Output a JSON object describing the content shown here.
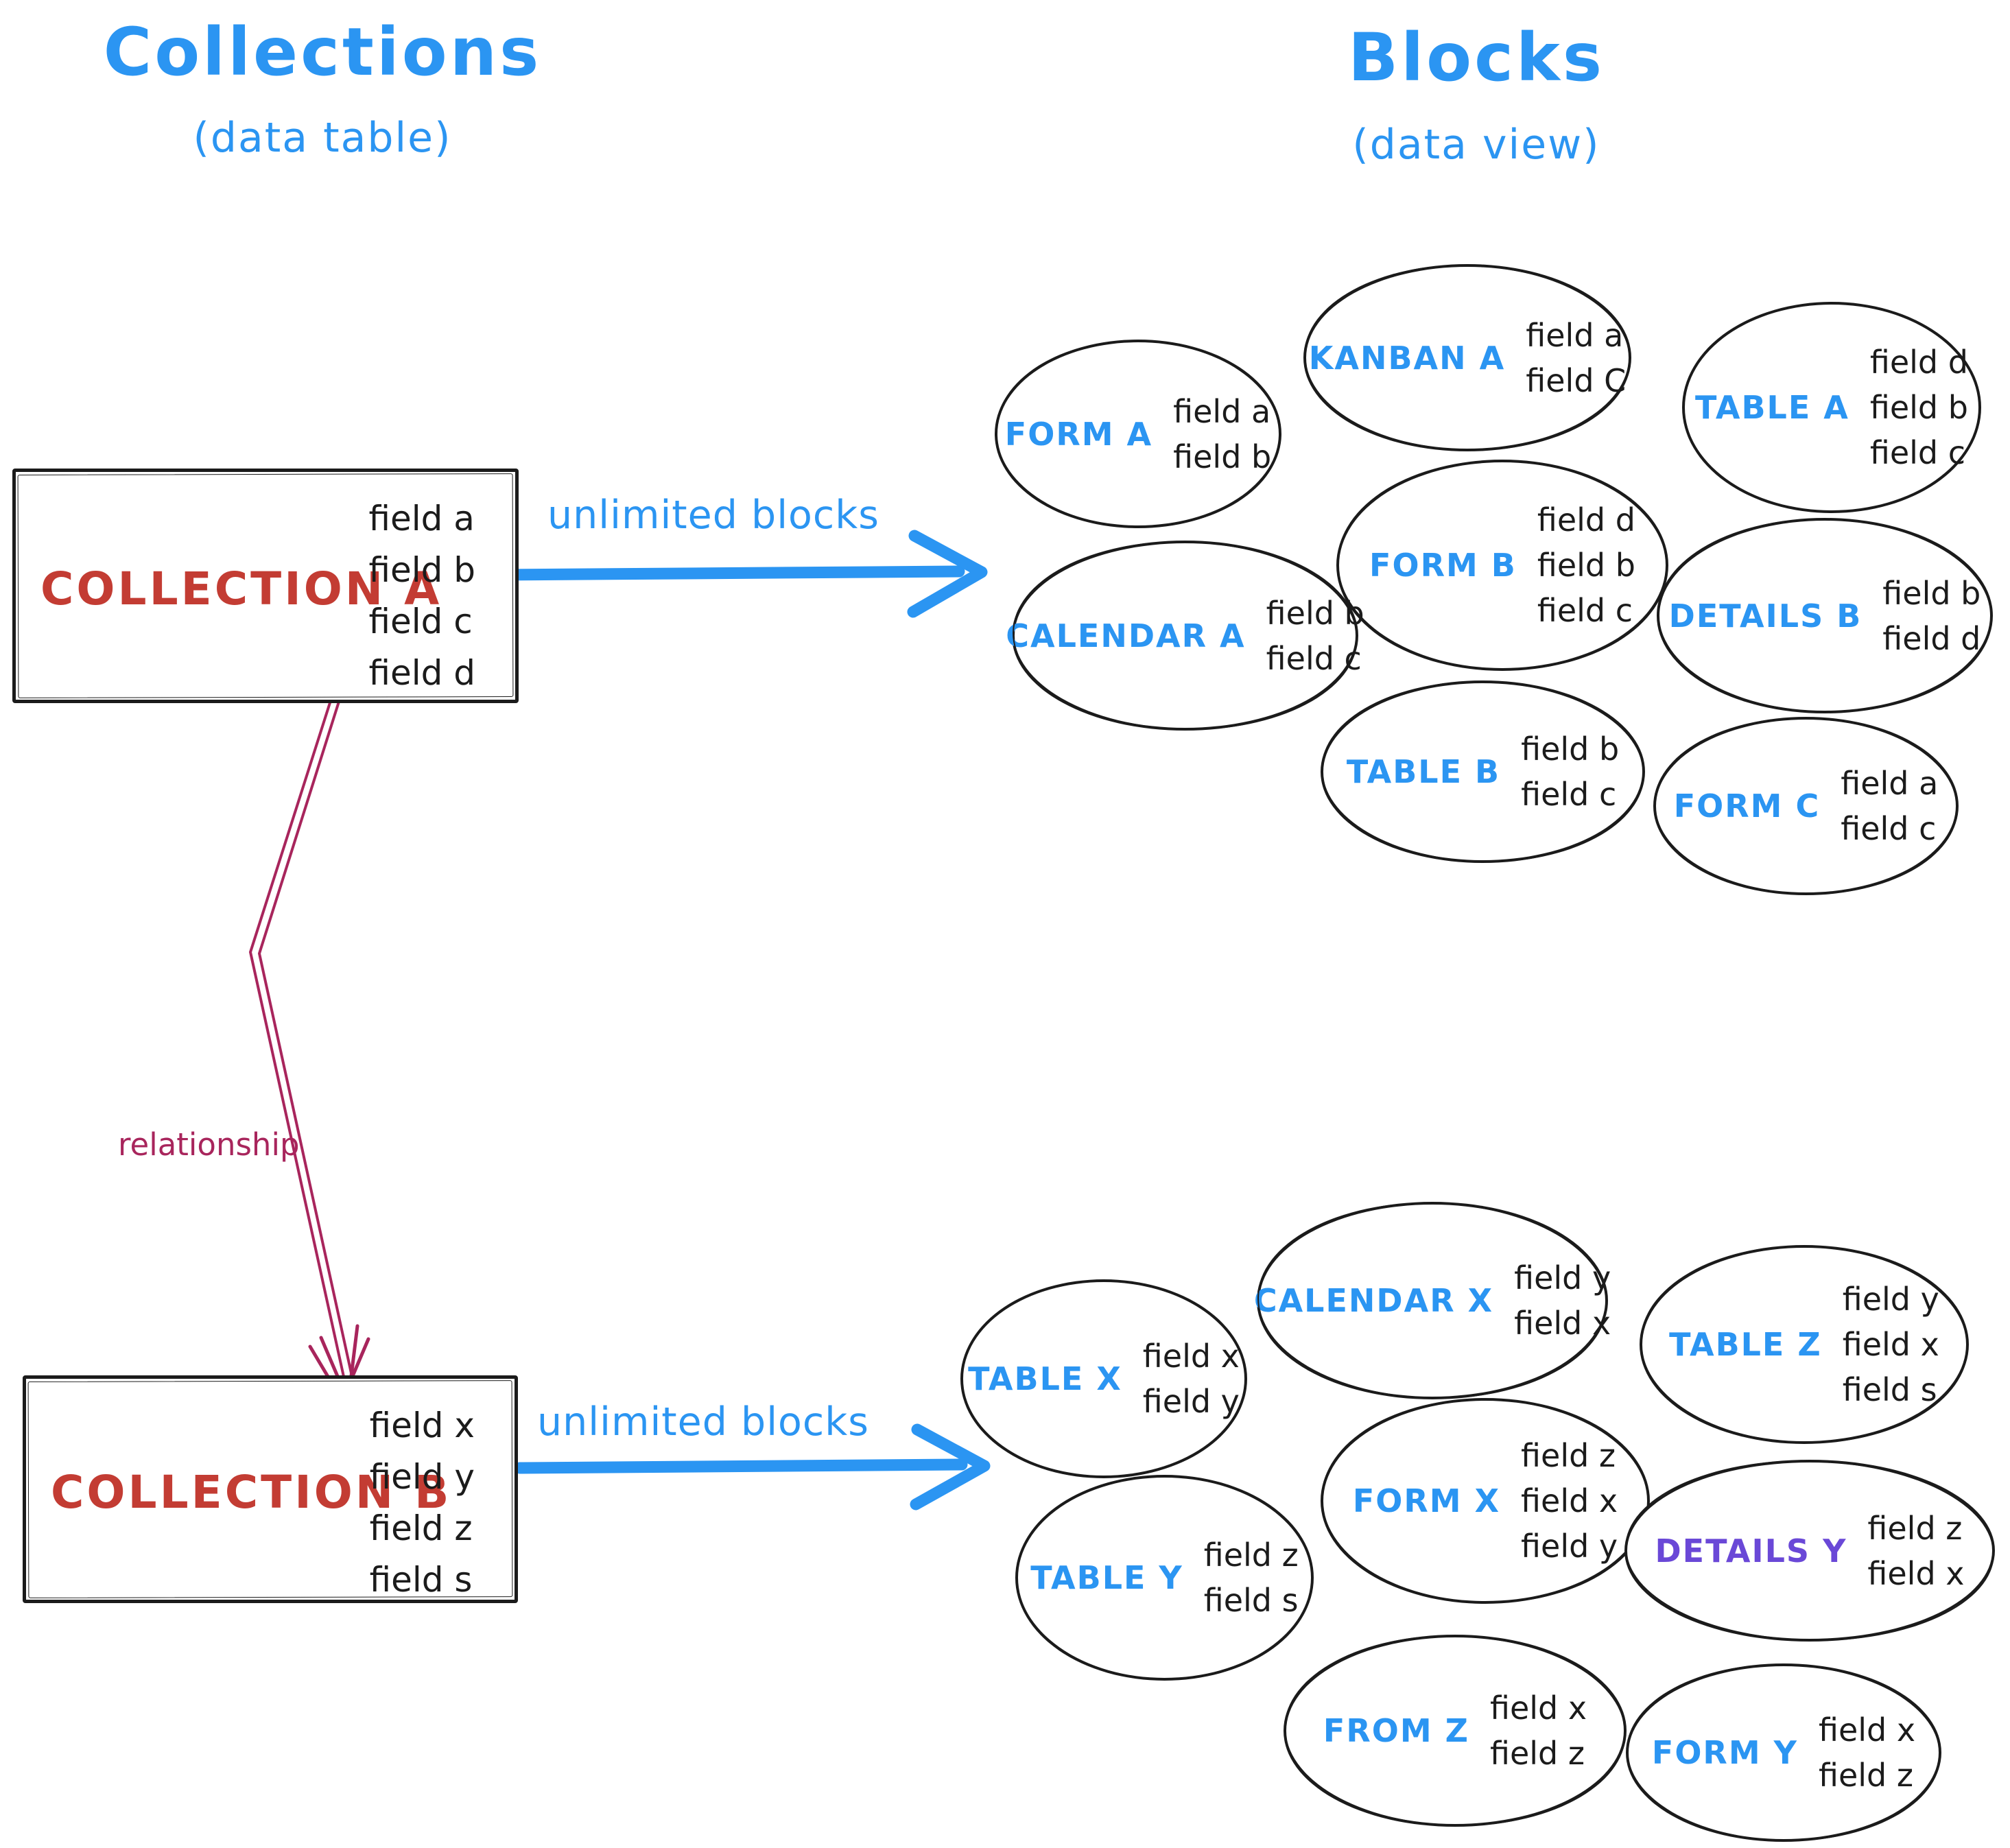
{
  "titles": {
    "left_title": "Collections",
    "left_subtitle": "(data table)",
    "right_title": "Blocks",
    "right_subtitle": "(data view)"
  },
  "collection_a": {
    "name": "COLLECTION A",
    "fields": [
      "field a",
      "field b",
      "field c",
      "field d"
    ]
  },
  "collection_b": {
    "name": "COLLECTION B",
    "fields": [
      "field x",
      "field y",
      "field z",
      "field s"
    ]
  },
  "arrows": {
    "a_label": "unlimited blocks",
    "b_label": "unlimited blocks",
    "relationship_label": "relationship"
  },
  "blocks_a": [
    {
      "label": "FORM A",
      "fields": [
        "field a",
        "field b"
      ]
    },
    {
      "label": "KANBAN A",
      "fields": [
        "field a",
        "field C"
      ]
    },
    {
      "label": "TABLE A",
      "fields": [
        "field d",
        "field b",
        "field c"
      ]
    },
    {
      "label": "FORM B",
      "fields": [
        "field d",
        "field b",
        "field c"
      ]
    },
    {
      "label": "CALENDAR A",
      "fields": [
        "field b",
        "field c"
      ]
    },
    {
      "label": "DETAILS B",
      "fields": [
        "field b",
        "field d"
      ]
    },
    {
      "label": "TABLE B",
      "fields": [
        "field b",
        "field c"
      ]
    },
    {
      "label": "FORM C",
      "fields": [
        "field a",
        "field c"
      ]
    }
  ],
  "blocks_b": [
    {
      "label": "TABLE X",
      "fields": [
        "field x",
        "field y"
      ]
    },
    {
      "label": "CALENDAR X",
      "fields": [
        "field y",
        "field x"
      ]
    },
    {
      "label": "TABLE Z",
      "fields": [
        "field y",
        "field x",
        "field s"
      ]
    },
    {
      "label": "FORM X",
      "fields": [
        "field z",
        "field x",
        "field y"
      ]
    },
    {
      "label": "TABLE Y",
      "fields": [
        "field z",
        "field s"
      ]
    },
    {
      "label": "DETAILS Y",
      "fields": [
        "field z",
        "field x"
      ]
    },
    {
      "label": "FROM Z",
      "fields": [
        "field x",
        "field z"
      ]
    },
    {
      "label": "FORM Y",
      "fields": [
        "field x",
        "field z"
      ]
    }
  ],
  "colors": {
    "blue": "#2b95f2",
    "red": "#c33c33",
    "crimson": "#a8255c",
    "purple": "#6a48d7",
    "ink": "#1b1b1b"
  }
}
